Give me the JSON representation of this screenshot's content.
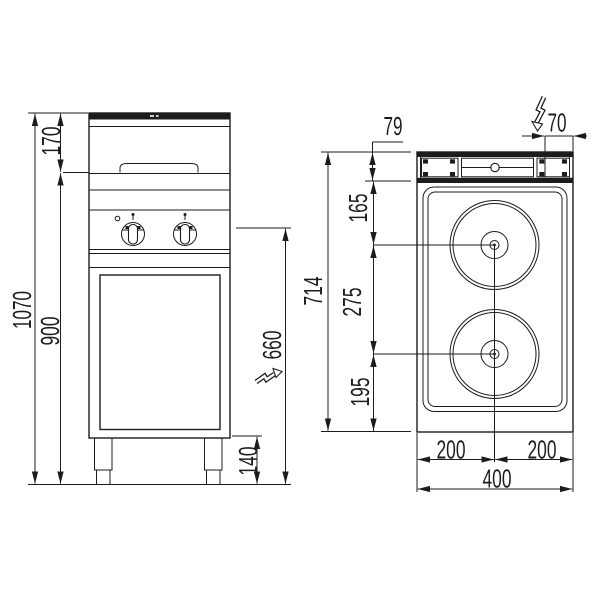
{
  "drawing_title": "Electric cooker with 2 hot plates - dimensioned technical drawing",
  "units": "mm",
  "dimensions": {
    "side_view": {
      "overall_height": "1070",
      "worktop_section_height": "170",
      "body_height": "900",
      "base_leg_height": "140",
      "electric_connection_height": "660"
    },
    "top_view": {
      "overall_depth": "714",
      "rear_rail_depth": "79",
      "connection_offset_from_right": "70",
      "rail_to_first_plate_center": "165",
      "plate_center_spacing": "275",
      "plate_center_to_front": "195",
      "left_half_width": "200",
      "right_half_width": "200",
      "overall_width": "400"
    }
  },
  "icons": {
    "electric_symbol_top": "lightning-bolt-down",
    "electric_symbol_side": "lightning-bolt-right"
  }
}
